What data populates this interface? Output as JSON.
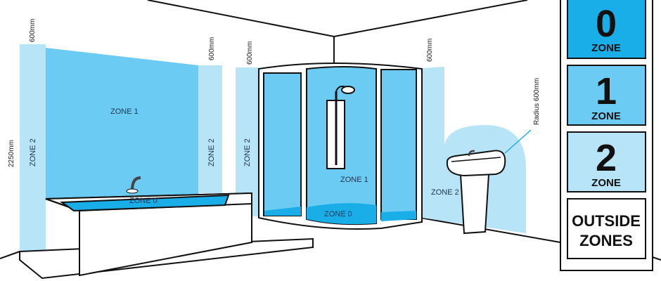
{
  "colors": {
    "zone0": "#1aaee8",
    "zone1": "#6ccbf2",
    "zone2": "#b8e4f8",
    "outline": "#111111"
  },
  "dimensions": {
    "left_600": "600mm",
    "bath_right_600": "600mm",
    "shower_left_600": "600mm",
    "sink_600": "600mm",
    "height": "2250mm",
    "radius": "Radius 600mm"
  },
  "zones": {
    "bath_left_zone2": "ZONE 2",
    "bath_zone1": "ZONE 1",
    "bath_zone0": "ZONE 0",
    "bath_right_zone2": "ZONE 2",
    "shower_left_zone2": "ZONE 2",
    "shower_zone1": "ZONE 1",
    "shower_zone0": "ZONE 0",
    "sink_zone2": "ZONE 2"
  },
  "legend": [
    {
      "number": "0",
      "label": "ZONE"
    },
    {
      "number": "1",
      "label": "ZONE"
    },
    {
      "number": "2",
      "label": "ZONE"
    },
    {
      "line1": "OUTSIDE",
      "line2": "ZONES"
    }
  ]
}
